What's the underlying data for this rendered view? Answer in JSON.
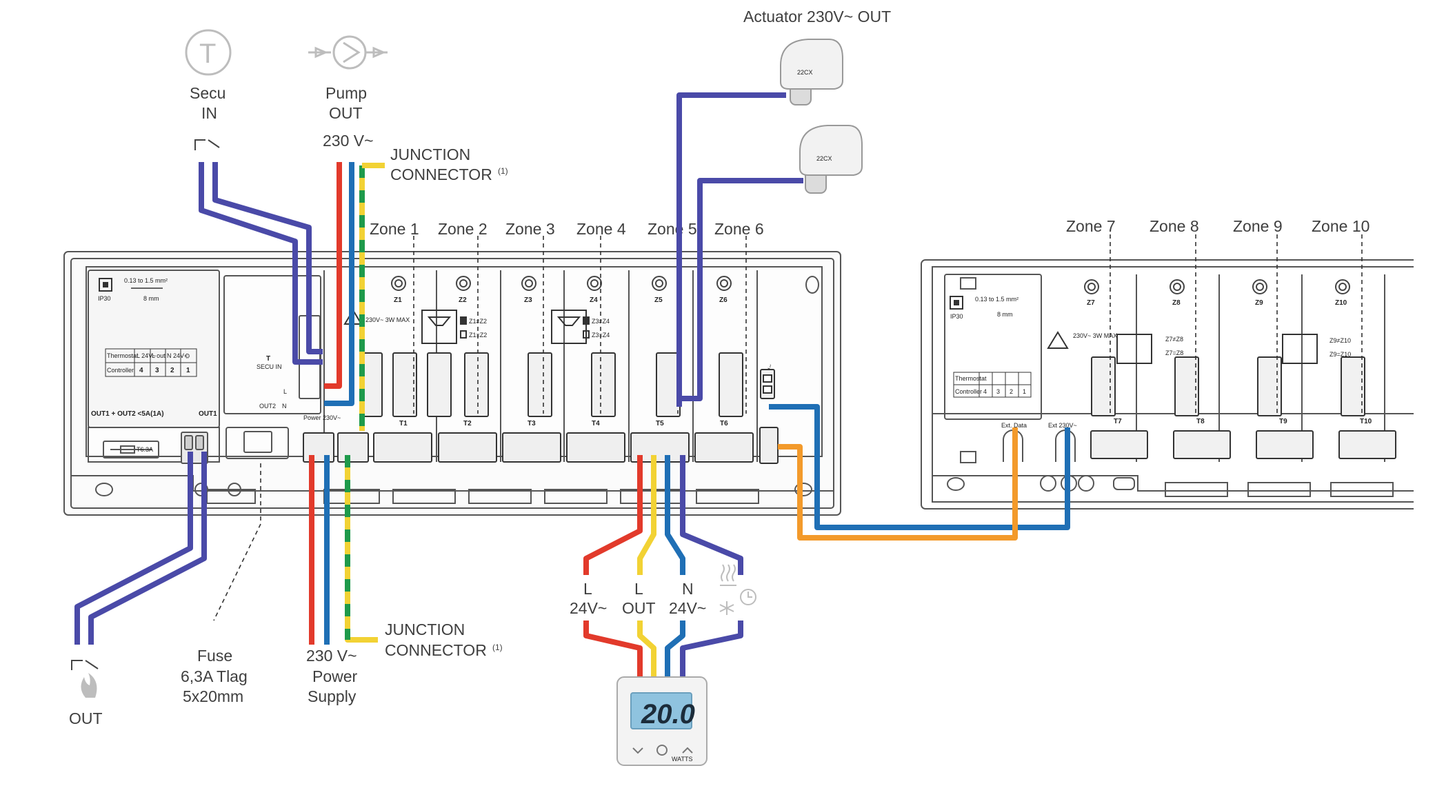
{
  "diagram": {
    "colors": {
      "wire_blue_dark": "#4a4aa8",
      "wire_red": "#e23a2b",
      "wire_blue": "#1f6fb5",
      "wire_yellow": "#f2d234",
      "wire_green": "#1e9a4b",
      "wire_orange": "#f39a2b",
      "outline": "#555555",
      "fill_light": "#f4f4f4"
    },
    "labels": {
      "actuator": "Actuator 230V~ OUT",
      "secu_l1": "Secu",
      "secu_l2": "IN",
      "pump_l1": "Pump",
      "pump_l2": "OUT",
      "v230_top": "230 V~",
      "junction_l1": "JUNCTION",
      "junction_l2": "CONNECTOR",
      "junction_sup": "(1)",
      "out": "OUT",
      "fuse_l1": "Fuse",
      "fuse_l2": "6,3A Tlag",
      "fuse_l3": "5x20mm",
      "power_l1": "230 V~",
      "power_l2": "Power",
      "power_l3": "Supply",
      "t_l": "L",
      "t_l24": "24V~",
      "t_lout": "L",
      "t_out": "OUT",
      "t_n": "N",
      "t_n24": "24V~"
    },
    "zones_main": [
      "Zone 1",
      "Zone 2",
      "Zone 3",
      "Zone 4",
      "Zone 5",
      "Zone 6"
    ],
    "zones_ext": [
      "Zone 7",
      "Zone 8",
      "Zone 9",
      "Zone 10"
    ],
    "zone_codes_main": [
      "Z1",
      "Z2",
      "Z3",
      "Z4",
      "Z5",
      "Z6"
    ],
    "zone_codes_ext": [
      "Z7",
      "Z8",
      "Z9",
      "Z10"
    ],
    "terminals_main": [
      "T1",
      "T2",
      "T3",
      "T4",
      "T5",
      "T6"
    ],
    "terminals_ext": [
      "T7",
      "T8",
      "T9",
      "T10"
    ],
    "module": {
      "ip": "IP30",
      "wire_size": "0.13 to 1.5 mm²",
      "strip": "8 mm",
      "thermostat": "Thermostat",
      "controller": "Controller",
      "col_l24": "L 24V~",
      "col_lout": "L out",
      "col_n24": "N 24V~",
      "col_mode": "⛭",
      "nums": [
        "4",
        "3",
        "2",
        "1"
      ],
      "out_rating": "OUT1 + OUT2 <5A(1A)",
      "out1": "OUT1",
      "secu_in": "SECU IN",
      "t_letter": "T",
      "out2": "OUT2",
      "fuse_rating": "T6.3A",
      "power_lbl": "Power 230V~",
      "mini_l": "L",
      "mini_n": "N",
      "warn": "230V~ 3W MAX",
      "z12a": "Z1≠Z2",
      "z12b": "Z1=Z2",
      "z34a": "Z3≠Z4",
      "z34b": "Z3=Z4",
      "z78a": "Z7≠Z8",
      "z78b": "Z7=Z8",
      "z910a": "Z9≠Z10",
      "z910b": "Z9=Z10",
      "ext230": "Ext 230V~",
      "extdata": "Ext. Data",
      "ext230b": "Ext 230V~",
      "term_nums": "4 3 2 1"
    },
    "thermostat_display": "20.0",
    "actuator_brand": "22CX",
    "thermostat_brand": "WATTS"
  }
}
